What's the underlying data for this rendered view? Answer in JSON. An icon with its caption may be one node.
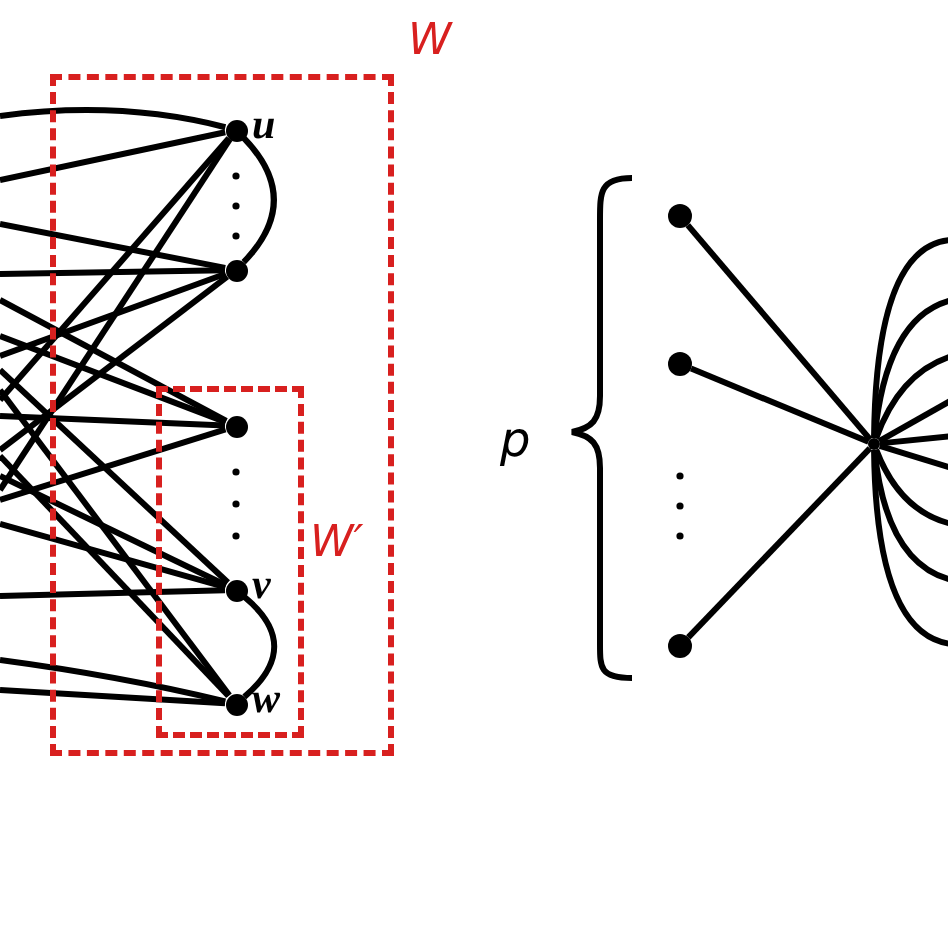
{
  "diagram": {
    "nodes": [
      {
        "text": [
          "W"
        ]
      },
      {
        "text": [
          "W′"
        ],
        "in": 0
      },
      {
        "text": [],
        "shape": "circle",
        "beside": [
          "u"
        ],
        "in": 0
      },
      {
        "text": [],
        "shape": "circle",
        "in": 0
      },
      {
        "text": [],
        "shape": "circle",
        "in": 1
      },
      {
        "text": [],
        "shape": "circle",
        "beside": [
          "v"
        ],
        "in": 1
      },
      {
        "text": [],
        "shape": "circle",
        "beside": [
          "w"
        ],
        "in": 1
      },
      {
        "text": [],
        "shape": "circle"
      },
      {
        "text": [],
        "shape": "circle"
      },
      {
        "text": [],
        "shape": "circle"
      },
      {
        "text": [],
        "shape": "circle"
      }
    ],
    "edges": [
      {
        "from": null,
        "to": 2,
        "arrow": "none"
      },
      {
        "from": null,
        "to": 2,
        "arrow": "none"
      },
      {
        "from": null,
        "to": 2,
        "arrow": "none"
      },
      {
        "from": null,
        "to": 2,
        "arrow": "none"
      },
      {
        "from": null,
        "to": 3,
        "arrow": "none"
      },
      {
        "from": null,
        "to": 3,
        "arrow": "none"
      },
      {
        "from": null,
        "to": 3,
        "arrow": "none"
      },
      {
        "from": null,
        "to": 3,
        "arrow": "none"
      },
      {
        "from": null,
        "to": 4,
        "arrow": "none"
      },
      {
        "from": null,
        "to": 4,
        "arrow": "none"
      },
      {
        "from": null,
        "to": 4,
        "arrow": "none"
      },
      {
        "from": null,
        "to": 4,
        "arrow": "none"
      },
      {
        "from": null,
        "to": 5,
        "arrow": "none"
      },
      {
        "from": null,
        "to": 5,
        "arrow": "none"
      },
      {
        "from": null,
        "to": 5,
        "arrow": "none"
      },
      {
        "from": null,
        "to": 5,
        "arrow": "none"
      },
      {
        "from": null,
        "to": 6,
        "arrow": "none"
      },
      {
        "from": null,
        "to": 6,
        "arrow": "none"
      },
      {
        "from": null,
        "to": 6,
        "arrow": "none"
      },
      {
        "from": null,
        "to": 6,
        "arrow": "none"
      },
      {
        "from": 2,
        "to": 3,
        "arrow": "none"
      },
      {
        "from": 5,
        "to": 6,
        "arrow": "none"
      },
      {
        "from": 7,
        "to": 10,
        "arrow": "none"
      },
      {
        "from": 8,
        "to": 10,
        "arrow": "none"
      },
      {
        "from": 9,
        "to": 10,
        "arrow": "none"
      },
      {
        "from": 10,
        "to": null,
        "arrow": "none"
      },
      {
        "from": 10,
        "to": null,
        "arrow": "none"
      },
      {
        "from": 10,
        "to": null,
        "arrow": "none"
      },
      {
        "from": 10,
        "to": null,
        "arrow": "none"
      },
      {
        "from": 10,
        "to": null,
        "arrow": "none"
      },
      {
        "from": 10,
        "to": null,
        "arrow": "none"
      },
      {
        "from": 10,
        "to": null,
        "arrow": "none"
      },
      {
        "from": 10,
        "to": null,
        "arrow": "none"
      },
      {
        "from": 10,
        "to": null,
        "arrow": "none"
      }
    ],
    "labels": [
      "p"
    ]
  }
}
